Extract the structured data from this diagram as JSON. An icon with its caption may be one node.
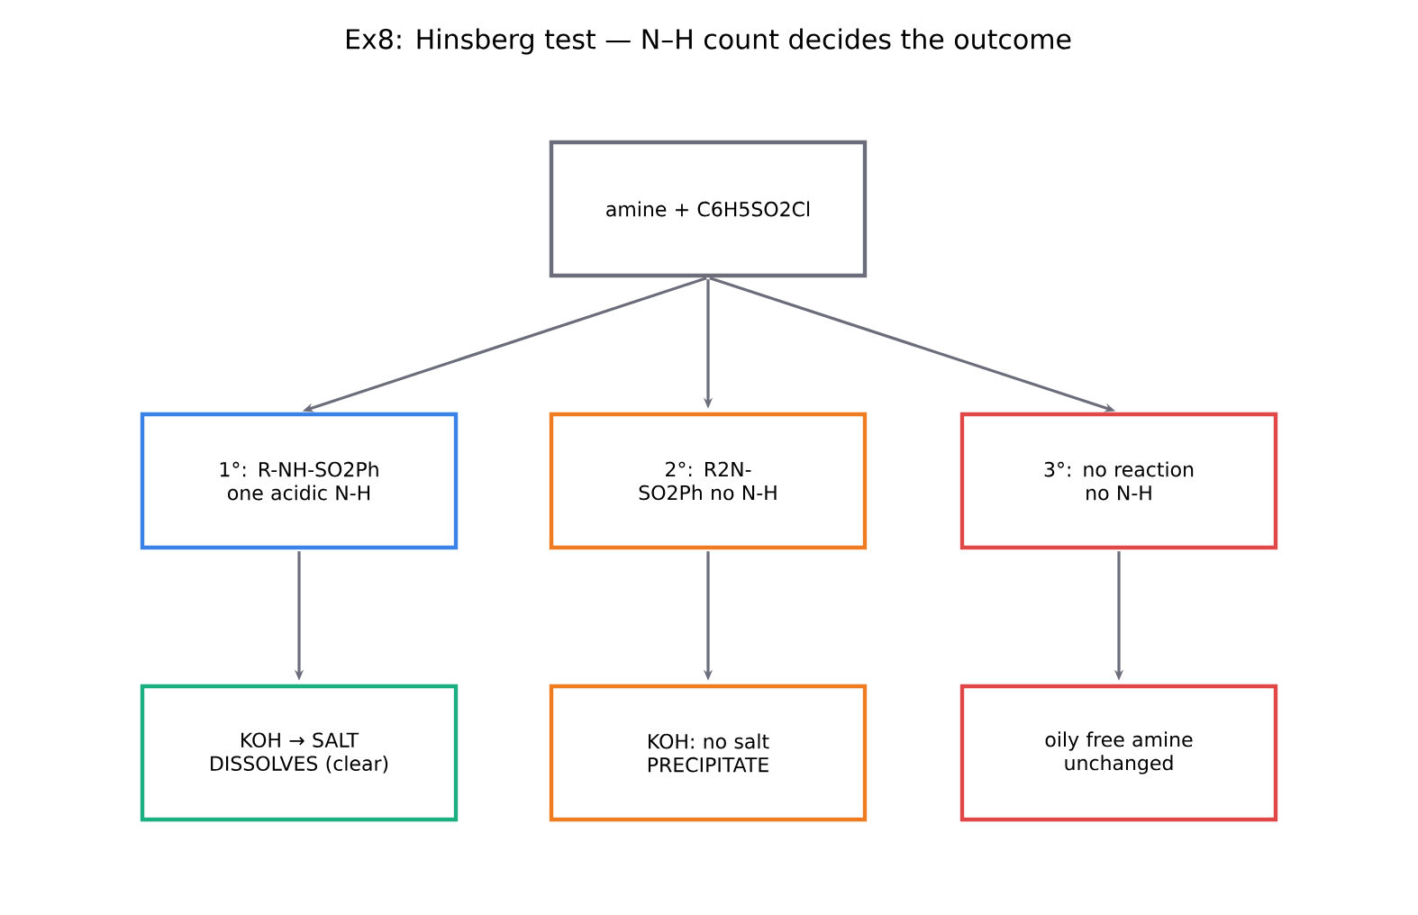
{
  "diagram": {
    "title": "Ex8: Hinsberg test — N–H count decides the outcome",
    "nodes": [
      {
        "text": [
          "amine + C6H5SO2Cl"
        ]
      },
      {
        "text": [
          "1°: R-NH-SO2Ph one acidic N-H"
        ]
      },
      {
        "text": [
          "2°: R2N-SO2Ph no N-H"
        ]
      },
      {
        "text": [
          "3°: no reaction no N-H"
        ]
      },
      {
        "text": [
          "KOH → SALT DISSOLVES (clear)"
        ]
      },
      {
        "text": [
          "KOH: no salt PRECIPITATE"
        ]
      },
      {
        "text": [
          "oily free amine unchanged"
        ]
      }
    ],
    "edges": [
      {
        "from": 0,
        "to": 1,
        "arrow": "to"
      },
      {
        "from": 0,
        "to": 2,
        "arrow": "to"
      },
      {
        "from": 0,
        "to": 3,
        "arrow": "to"
      },
      {
        "from": 1,
        "to": 4,
        "arrow": "to"
      },
      {
        "from": 2,
        "to": 5,
        "arrow": "to"
      },
      {
        "from": 3,
        "to": 6,
        "arrow": "to"
      }
    ]
  }
}
